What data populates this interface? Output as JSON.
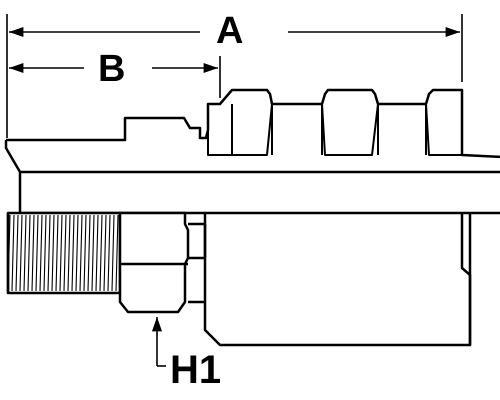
{
  "labels": {
    "dim_a": "A",
    "dim_b": "B",
    "dim_h1": "H1"
  },
  "colors": {
    "line": "#000000",
    "background": "#ffffff"
  }
}
